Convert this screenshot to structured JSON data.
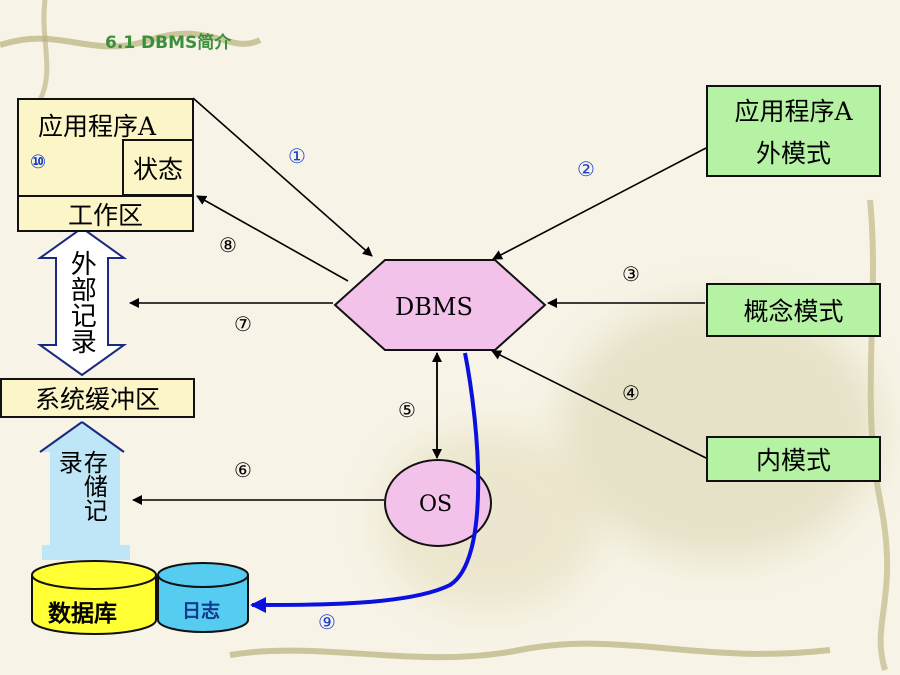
{
  "header": {
    "title": "6.1  DBMS简介"
  },
  "nodes": {
    "app_a": "应用程序A",
    "status": "状态",
    "work_area": "工作区",
    "external_record": "外部记录",
    "system_buffer": "系统缓冲区",
    "stored_record": "存储记录",
    "database": "数据库",
    "log": "日志",
    "dbms": "DBMS",
    "os": "OS",
    "external_schema_line1": "应用程序A",
    "external_schema_line2": "外模式",
    "conceptual_schema": "概念模式",
    "internal_schema": "内模式"
  },
  "steps": [
    "①",
    "②",
    "③",
    "④",
    "⑤",
    "⑥",
    "⑦",
    "⑧",
    "⑨",
    "⑩"
  ],
  "colors": {
    "accent_title": "#3a8f3a",
    "schema_fill": "#b6f2a4",
    "dbms_fill": "#f3c2ea",
    "os_fill": "#f3c2ea",
    "buffer_fill": "#fbf5c8",
    "database_fill": "#ffff33",
    "log_fill": "#55ccf0",
    "flow_blue": "#0a10e0",
    "step_blue": "#1a3fd0"
  }
}
